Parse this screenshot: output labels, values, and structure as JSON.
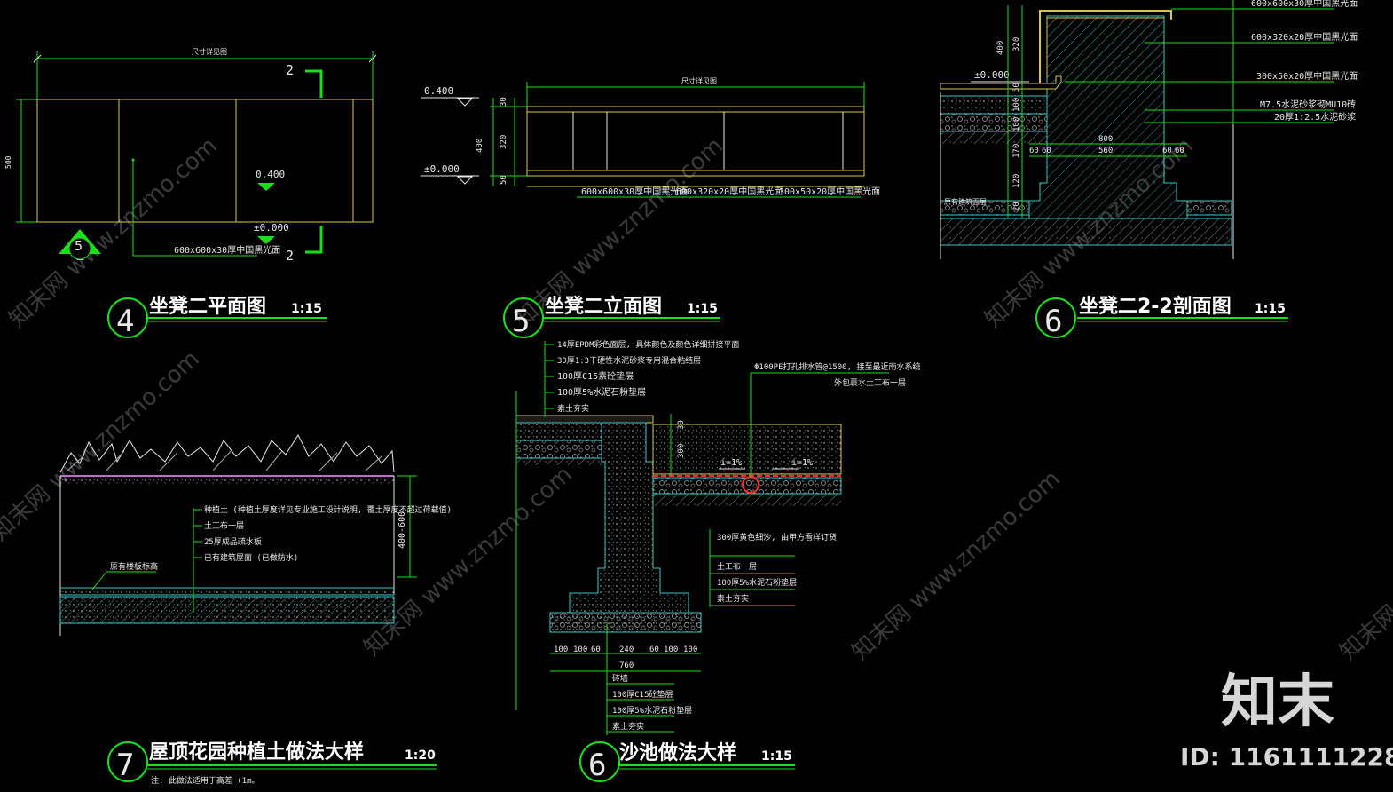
{
  "colors": {
    "background": "#000000",
    "green": "#19e019",
    "cyan": "#38c8c8",
    "yellow": "#d8c64a",
    "white": "#e8e8e8",
    "red": "#ff2a2a",
    "magenta": "#c06ad0"
  },
  "watermark": {
    "brand": "知末",
    "id": "ID: 1161111228",
    "text": "知末网 www.znzmo.com"
  },
  "drawings": {
    "d4": {
      "num": "4",
      "title": "坐凳二平面图",
      "scale": "1:15",
      "dim_top": "尺寸详见图",
      "dim_left": "500",
      "section_a": "2",
      "section_b": "2",
      "level_1": "0.400",
      "level_2": "±0.000",
      "callout": "600x600x30厚中国黑光面",
      "ref_num": "5",
      "ref_sub": "一"
    },
    "d5": {
      "num": "5",
      "title": "坐凳二立面图",
      "scale": "1:15",
      "dim_top": "尺寸详见图",
      "level_1": "0.400",
      "level_2": "±0.000",
      "dims": [
        "30",
        "320",
        "400",
        "50"
      ],
      "labels": [
        "600x600x30厚中国黑光面",
        "600x320x20厚中国黑光面",
        "300x50x20厚中国黑光面"
      ]
    },
    "d6a": {
      "num": "6",
      "title": "坐凳二2-2剖面图",
      "scale": "1:15",
      "level": "±0.000",
      "dims_left": [
        "400",
        "320",
        "50",
        "100",
        "100",
        "170",
        "120",
        "20"
      ],
      "dims_bottom": [
        "800",
        "60",
        "60",
        "560",
        "60",
        "60"
      ],
      "labels": [
        "600x600x30厚中国黑光面",
        "600x320x20厚中国黑光面",
        "300x50x20厚中国黑光面",
        "M7.5水泥砂浆砌MU10砖",
        "20厚1:2.5水泥砂浆"
      ],
      "fill_note": "原有建筑面层"
    },
    "d7": {
      "num": "7",
      "title": "屋顶花园种植土做法大样",
      "scale": "1:20",
      "note": "注: 此做法适用于高差 (1m。",
      "dim": "400-600",
      "layers": [
        "种植土 (种植土厚度详见专业施工设计说明, 覆土厚度不超过荷载值)",
        "土工布一层",
        "25厚成品疏水板",
        "已有建筑屋面 (已做防水)"
      ],
      "existing": "原有楼板标高"
    },
    "d6b": {
      "num": "6",
      "title": "沙池做法大样",
      "scale": "1:15",
      "top_layers": [
        "14厚EPDM彩色面层, 具体颜色及颜色详细拼接平面",
        "30厚1:3干硬性水泥砂浆专用混合粘结层",
        "100厚C15素砼垫层",
        "100厚5%水泥石粉垫层",
        "素土夯实"
      ],
      "pipe": "Φ100PE打孔排水管@1500, 接至最近雨水系统",
      "pipe_2": "外包裹水土工布一层",
      "slope": "i=1%",
      "dim_30": "30",
      "dim_300": "300",
      "mid_layers": [
        "300厚黄色细沙, 由甲方看样订货",
        "土工布一层",
        "100厚5%水泥石粉垫层",
        "素土夯实"
      ],
      "bottom_layers": [
        "砖墙",
        "100厚C15砼垫层",
        "100厚5%水泥石粉垫层",
        "素土夯实"
      ],
      "dims_bottom": [
        "100",
        "100",
        "60",
        "240",
        "60",
        "100",
        "100"
      ],
      "total": "760"
    }
  }
}
